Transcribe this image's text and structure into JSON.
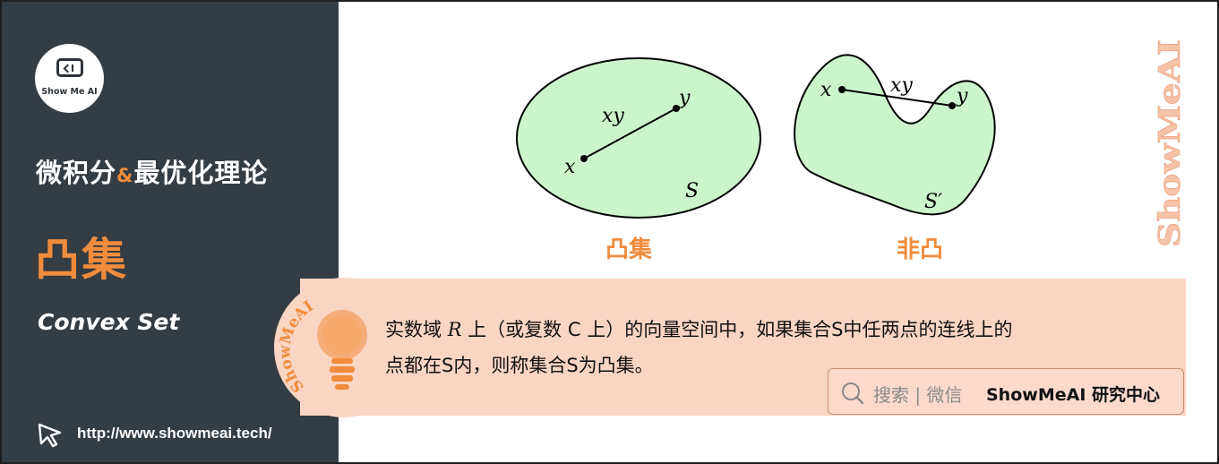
{
  "sidebar": {
    "logo_text": "Show Me AI",
    "course_title_part1": "微积分",
    "course_title_amp": "&",
    "course_title_part2": "最优化理论",
    "topic_title": "凸集",
    "topic_subtitle": "Convex Set",
    "link": "http://www.showmeai.tech/"
  },
  "figures": {
    "convex": {
      "caption": "凸集",
      "point_x": "x",
      "point_y": "y",
      "segment_label": "xy",
      "set_label": "S"
    },
    "nonconvex": {
      "caption": "非凸",
      "point_x": "x",
      "point_y": "y",
      "segment_label": "xy",
      "set_label": "S′"
    }
  },
  "watermark": {
    "vertical": "ShowMeAI",
    "badge": "ShowMeAI"
  },
  "definition": {
    "line1_a": "实数域 ",
    "line1_R": "R",
    "line1_b": " 上（或复数 C 上）的向量空间中，如果集合S中任两点的连线上的",
    "line2": "点都在S内，则称集合S为凸集。"
  },
  "search": {
    "hint": "搜索 | 微信",
    "brand": "ShowMeAI 研究中心"
  },
  "colors": {
    "sidebar_bg": "#343c44",
    "accent_orange": "#f08c3c",
    "set_fill": "#ccf5cc",
    "band_bg": "#fad5c3"
  }
}
